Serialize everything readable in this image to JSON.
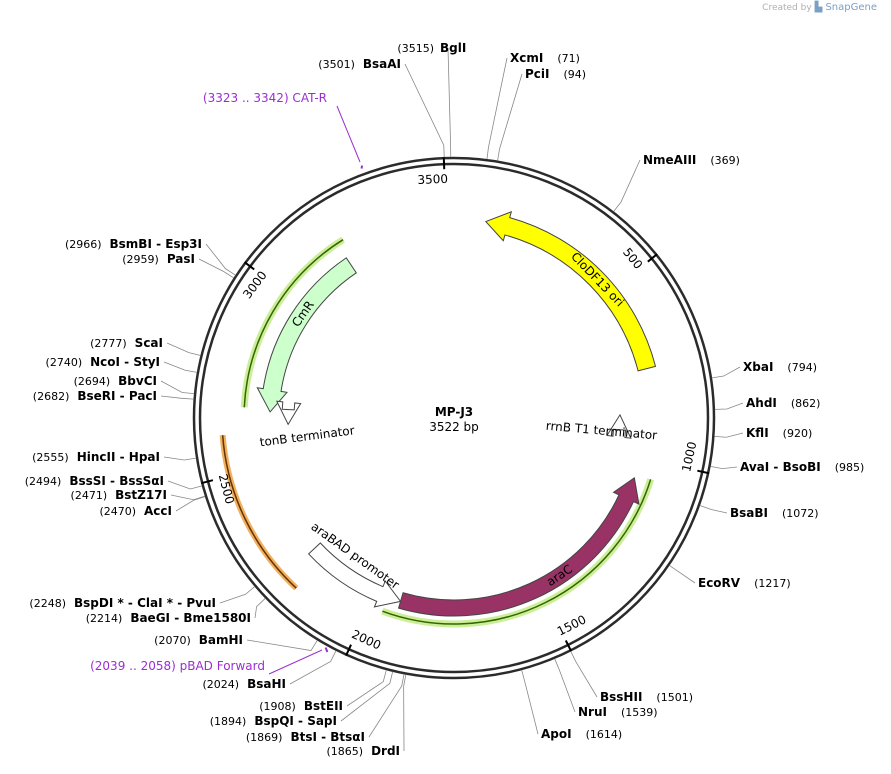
{
  "credit": {
    "prefix": "Created by",
    "brand": "SnapGene"
  },
  "map": {
    "name": "MP-J3",
    "length_label": "3522 bp",
    "length_bp": 3522
  },
  "colors": {
    "backbone": "#2b2b2b",
    "cmr": "#ccffcc",
    "ori": "#ffff00",
    "arac": "#993366",
    "arac_highlight": "#ccee99",
    "orange_highlight": "#f0b060",
    "primer": "#9a2fd0",
    "leader": "#888888"
  },
  "ticks": [
    {
      "bp": 500,
      "label": "500"
    },
    {
      "bp": 1000,
      "label": "1000"
    },
    {
      "bp": 1500,
      "label": "1500"
    },
    {
      "bp": 2000,
      "label": "2000"
    },
    {
      "bp": 2500,
      "label": "2500"
    },
    {
      "bp": 3000,
      "label": "3000"
    },
    {
      "bp": 3500,
      "label": "3500"
    }
  ],
  "features": [
    {
      "id": "cmr",
      "label": "CmR",
      "start": 2660,
      "end": 3190,
      "direction": "reverse",
      "color": "#ccffcc"
    },
    {
      "id": "ori",
      "label": "CloDF13 ori",
      "start": 90,
      "end": 740,
      "direction": "reverse",
      "color": "#ffff00"
    },
    {
      "id": "arac",
      "label": "araC",
      "start": 1060,
      "end": 1920,
      "direction": "reverse",
      "color": "#993366"
    },
    {
      "id": "arabad",
      "label": "araBAD promoter",
      "start": 1920,
      "end": 2220,
      "direction": "reverse",
      "color": "#ffffff"
    },
    {
      "id": "rrnb",
      "label": "rrnB T1 terminator",
      "start": 870,
      "end": 920,
      "direction": "reverse",
      "color": "#ffffff"
    },
    {
      "id": "tonb",
      "label": "tonB terminator",
      "start": 2620,
      "end": 2670,
      "direction": "reverse",
      "color": "#ffffff"
    }
  ],
  "sites": [
    {
      "pos": "(3515)",
      "name": "BglI",
      "bp": 3515
    },
    {
      "pos": "(3501)",
      "name": "BsaAI",
      "bp": 3501
    },
    {
      "pos": "(71)",
      "name": "XcmI",
      "bp": 71
    },
    {
      "pos": "(94)",
      "name": "PciI",
      "bp": 94
    },
    {
      "pos": "(369)",
      "name": "NmeAIII",
      "bp": 369
    },
    {
      "pos": "(794)",
      "name": "XbaI",
      "bp": 794
    },
    {
      "pos": "(862)",
      "name": "AhdI",
      "bp": 862
    },
    {
      "pos": "(920)",
      "name": "KflI",
      "bp": 920
    },
    {
      "pos": "(985)",
      "name": "AvaI  -  BsoBI",
      "bp": 985
    },
    {
      "pos": "(1072)",
      "name": "BsaBI",
      "bp": 1072
    },
    {
      "pos": "(1217)",
      "name": "EcoRV",
      "bp": 1217
    },
    {
      "pos": "(1501)",
      "name": "BssHII",
      "bp": 1501
    },
    {
      "pos": "(1539)",
      "name": "NruI",
      "bp": 1539
    },
    {
      "pos": "(1614)",
      "name": "ApoI",
      "bp": 1614
    },
    {
      "pos": "(1865)",
      "name": "DrdI",
      "bp": 1865
    },
    {
      "pos": "(1869)",
      "name": "BtsI  -  BtsαI",
      "bp": 1869
    },
    {
      "pos": "(1894)",
      "name": "BspQI  -  SapI",
      "bp": 1894
    },
    {
      "pos": "(1908)",
      "name": "BstEII",
      "bp": 1908
    },
    {
      "pos": "(2024)",
      "name": "BsaHI",
      "bp": 2024
    },
    {
      "pos": "(2070)",
      "name": "BamHI",
      "bp": 2070
    },
    {
      "pos": "(2214)",
      "name": "BaeGI  -  Bme1580I",
      "bp": 2214
    },
    {
      "pos": "(2248)",
      "name": "BspDI *  -  ClaI *  -  PvuI",
      "bp": 2248
    },
    {
      "pos": "(2470)",
      "name": "AccI",
      "bp": 2470
    },
    {
      "pos": "(2471)",
      "name": "BstZ17I",
      "bp": 2471
    },
    {
      "pos": "(2494)",
      "name": "BssSI  -  BssSαI",
      "bp": 2494
    },
    {
      "pos": "(2555)",
      "name": "HincII  -  HpaI",
      "bp": 2555
    },
    {
      "pos": "(2682)",
      "name": "BseRI  -  PacI",
      "bp": 2682
    },
    {
      "pos": "(2694)",
      "name": "BbvCI",
      "bp": 2694
    },
    {
      "pos": "(2740)",
      "name": "NcoI  -  StyI",
      "bp": 2740
    },
    {
      "pos": "(2777)",
      "name": "ScaI",
      "bp": 2777
    },
    {
      "pos": "(2959)",
      "name": "PasI",
      "bp": 2959
    },
    {
      "pos": "(2966)",
      "name": "BsmBI  -  Esp3I",
      "bp": 2966
    }
  ],
  "primers": [
    {
      "label": "(3323 .. 3342)  CAT-R",
      "start": 3323,
      "end": 3342
    },
    {
      "label": "(2039 .. 2058)  pBAD Forward",
      "start": 2039,
      "end": 2058
    }
  ]
}
